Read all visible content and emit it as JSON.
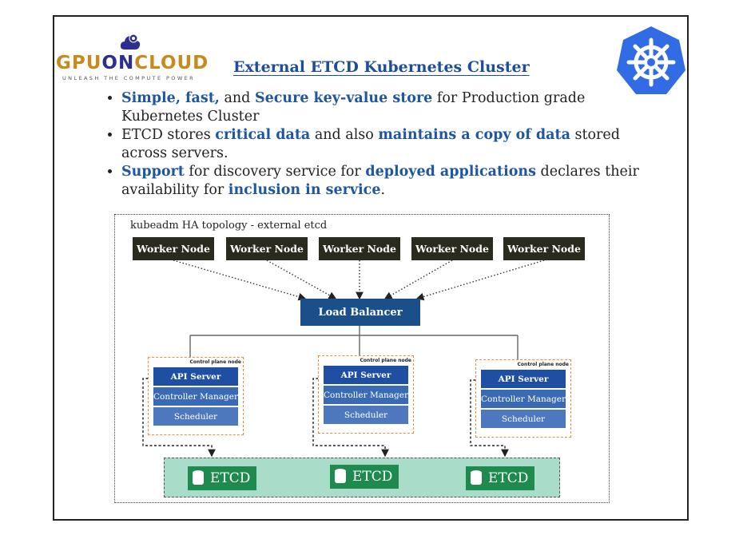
{
  "brand": {
    "logo_word_pre": "GPU",
    "logo_word_on": "ON",
    "logo_word_post": "CLOUD",
    "tagline": "UNLEASH THE COMPUTE POWER"
  },
  "title": "External ETCD Kubernetes Cluster",
  "bullets": [
    [
      {
        "t": "Simple, fast,",
        "hl": true
      },
      {
        "t": " and ",
        "hl": false
      },
      {
        "t": "Secure key-value store",
        "hl": true
      },
      {
        "t": " for Production grade Kubernetes Cluster",
        "hl": false
      }
    ],
    [
      {
        "t": "ETCD stores ",
        "hl": false
      },
      {
        "t": "critical data",
        "hl": true
      },
      {
        "t": " and also ",
        "hl": false
      },
      {
        "t": "maintains a copy of data",
        "hl": true
      },
      {
        "t": " stored across servers.",
        "hl": false
      }
    ],
    [
      {
        "t": "Support",
        "hl": true
      },
      {
        "t": " for discovery service for ",
        "hl": false
      },
      {
        "t": "deployed applications",
        "hl": true
      },
      {
        "t": " declares their availability for ",
        "hl": false
      },
      {
        "t": "inclusion in service",
        "hl": true
      },
      {
        "t": ".",
        "hl": false
      }
    ]
  ],
  "diagram": {
    "title": "kubeadm HA topology - external etcd",
    "workers": [
      "Worker Node",
      "Worker Node",
      "Worker Node",
      "Worker Node",
      "Worker Node"
    ],
    "load_balancer": "Load Balancer",
    "control_planes": [
      {
        "label": "Control plane node",
        "api": "API Server",
        "cm": "Controller Manager",
        "scheduler": "Scheduler"
      },
      {
        "label": "Control plane node",
        "api": "API Server",
        "cm": "Controller Manager",
        "scheduler": "Scheduler"
      },
      {
        "label": "Control plane node",
        "api": "API Server",
        "cm": "Controller Manager",
        "scheduler": "Scheduler"
      }
    ],
    "etcd_nodes": [
      "ETCD",
      "ETCD",
      "ETCD"
    ]
  },
  "colors": {
    "title": "#1e4d9a",
    "highlight": "#1e56a0",
    "worker": "#2a2a1e",
    "load_balancer": "#1b4f8a",
    "control_plane_border": "#f08a3c",
    "etcd_band": "#a9dcc9",
    "etcd_node": "#1e8a4e",
    "k8s_logo": "#326ce5"
  }
}
